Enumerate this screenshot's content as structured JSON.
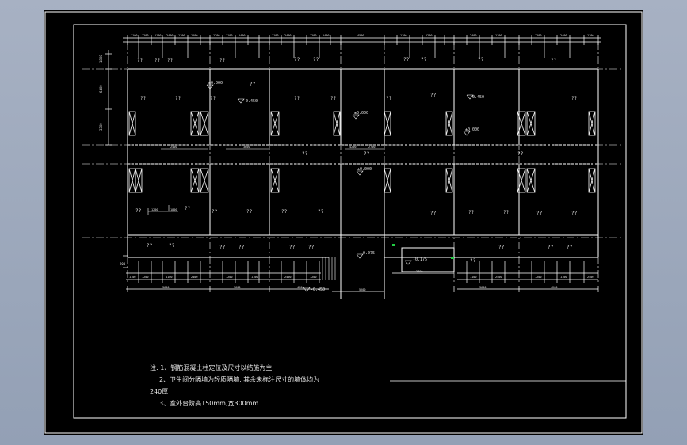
{
  "labels": {
    "room": "??",
    "stair": "??",
    "width": "宽"
  },
  "levels": {
    "ground": "±0.000",
    "minus_045": "-0.450",
    "minus_0075": "-0.075",
    "minus_0175": "-0.175"
  },
  "dims": {
    "d1100": "1100",
    "d1200": "1200",
    "d2400": "2400",
    "d2700": "2700",
    "d3300": "3300",
    "d3600": "3600",
    "d4200": "4200",
    "d4500": "4500",
    "d1800": "1800",
    "d5200": "5200",
    "d6400": "6400",
    "d900": "900"
  },
  "notes": {
    "line1": "注: 1、钢筋混凝土柱定位及尺寸以结施为主",
    "line2": "2、卫生间分隔墙为轻质隔墙, 其余未标注尺寸的墙体均为",
    "line2b": "240厚",
    "line3": "3、室外台阶高150mm,宽300mm"
  },
  "colors": {
    "background": "#000000",
    "line": "#ffffff",
    "accent_green": "#22cc44",
    "frame": "#a7b1c3"
  }
}
